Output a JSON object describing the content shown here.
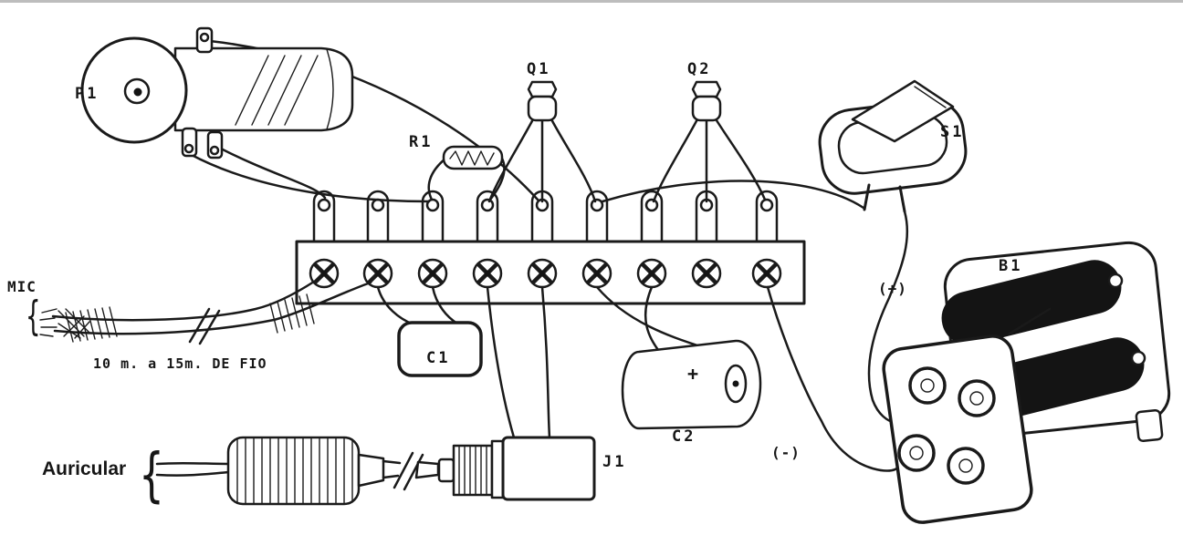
{
  "labels": {
    "p1": "P1",
    "q1": "Q1",
    "q2": "Q2",
    "r1": "R1",
    "s1": "S1",
    "b1": "B1",
    "c1": "C1",
    "c2": "C2",
    "j1": "J1",
    "mic": "MIC",
    "auricular": "Auricular",
    "wire_note": "10 m.  a  15m.  DE FIO",
    "plus": "(+)",
    "minus": "(-)",
    "c2_polarity": "+",
    "brace": "{"
  },
  "colors": {
    "ink": "#1a1a1a",
    "paper": "#ffffff"
  }
}
